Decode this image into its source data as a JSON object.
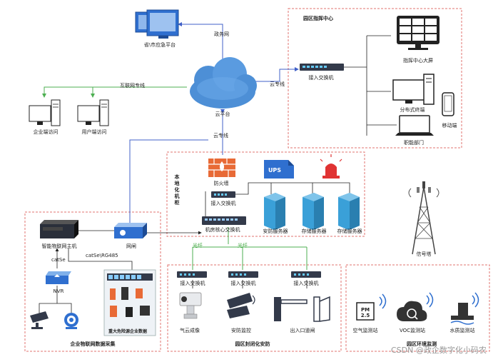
{
  "nodes": {
    "gov_platform": "省\\市应急平台",
    "gov_net": "政务网",
    "internet_line": "互联网专线",
    "enterprise_access": "企业端访问",
    "user_access": "用户端访问",
    "cloud": "云平台",
    "cloud_line_right": "云专线",
    "cloud_line_down": "云专线",
    "cmd_center_title": "园区指挥中心",
    "cmd_switch": "接入交换机",
    "big_screen": "指挥中心大屏",
    "dist_display": "分布式终端",
    "mobile": "移动端",
    "func_dept": "职能部门",
    "room_label": "本地化机柜",
    "firewall": "防火墙",
    "ups": "UPS",
    "room_switch": "接入交换机",
    "core_switch": "机房核心交换机",
    "security_server": "安防服务器",
    "storage_server_1": "存储服务器",
    "storage_server_2": "存储服务器",
    "gateway": "网闸",
    "iot_host": "智能物联网主机",
    "cat5e_1": "catSe",
    "cat5e_485": "catSe\\RG485",
    "nvr": "NVR",
    "hazard": "重大危险源企业数据",
    "iot_collect": "企业物联网数据采集",
    "fiber_1": "光纤",
    "fiber_2": "光纤",
    "sw_a": "接入交换机",
    "sw_b": "接入交换机",
    "sw_c": "接入交换机",
    "cloud_imaging": "气云成像",
    "sec_monitor": "安防监控",
    "gate": "出入口道闸",
    "closed_security": "园区封闭化安防",
    "signal_tower": "信号塔",
    "pm25_text": "PM 2.5",
    "air_station": "空气监测站",
    "voc_station": "VOC监测站",
    "water_station": "水质监测站",
    "env_monitor": "园区环境监测",
    "watermark": "CSDN @政企数字化小码农"
  },
  "colors": {
    "dashed_border": "#e0736f",
    "blue_line": "#4060c8",
    "green_line": "#4caf50",
    "firewall": "#e86a36",
    "ups": "#2f6fcf",
    "alarm": "#e03333",
    "server": "#3aa0d8",
    "device_dark": "#333a4a"
  }
}
